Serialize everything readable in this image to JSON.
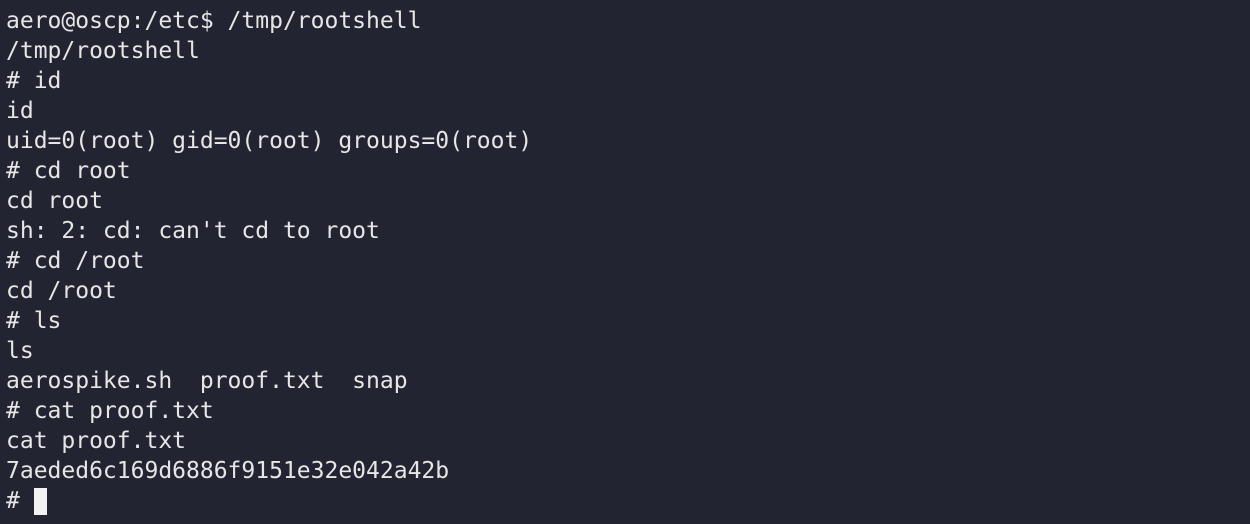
{
  "terminal": {
    "lines": [
      "aero@oscp:/etc$ /tmp/rootshell",
      "/tmp/rootshell",
      "# id",
      "id",
      "uid=0(root) gid=0(root) groups=0(root)",
      "# cd root",
      "cd root",
      "sh: 2: cd: can't cd to root",
      "# cd /root",
      "cd /root",
      "# ls",
      "ls",
      "aerospike.sh  proof.txt  snap",
      "# cat proof.txt",
      "cat proof.txt",
      "7aeded6c169d6886f9151e32e042a42b"
    ],
    "prompt": "# "
  },
  "colors": {
    "background": "#222431",
    "foreground": "#e6e6e6",
    "cursor": "#f2f2f2"
  }
}
